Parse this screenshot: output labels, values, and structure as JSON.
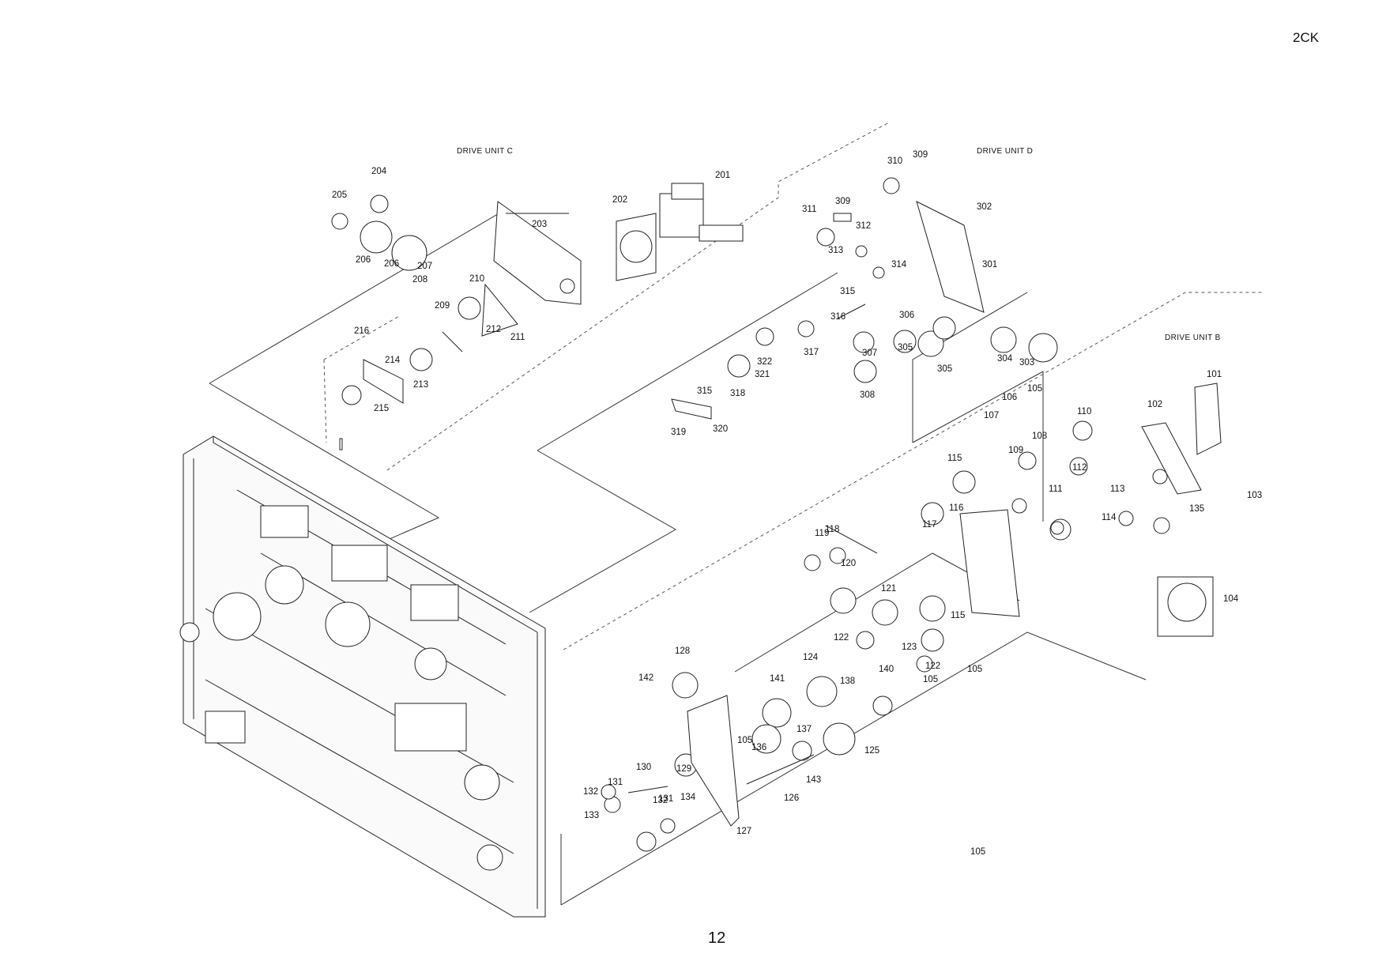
{
  "page_code": "2CK",
  "page_number": "12",
  "units": {
    "c": "DRIVE UNIT C",
    "d": "DRIVE UNIT D",
    "b": "DRIVE UNIT B"
  },
  "callouts": [
    "201",
    "202",
    "203",
    "204",
    "205",
    "206",
    "206",
    "207",
    "208",
    "209",
    "210",
    "211",
    "212",
    "213",
    "214",
    "215",
    "216",
    "301",
    "302",
    "303",
    "304",
    "305",
    "305",
    "306",
    "307",
    "308",
    "309",
    "309",
    "310",
    "311",
    "312",
    "313",
    "314",
    "315",
    "315",
    "316",
    "317",
    "318",
    "319",
    "320",
    "321",
    "322",
    "101",
    "102",
    "103",
    "104",
    "105",
    "105",
    "105",
    "105",
    "105",
    "106",
    "107",
    "108",
    "109",
    "110",
    "111",
    "112",
    "113",
    "114",
    "115",
    "115",
    "116",
    "117",
    "118",
    "119",
    "120",
    "121",
    "122",
    "122",
    "123",
    "124",
    "125",
    "126",
    "127",
    "128",
    "129",
    "130",
    "131",
    "131",
    "132",
    "132",
    "133",
    "134",
    "135",
    "136",
    "137",
    "138",
    "140",
    "141",
    "142",
    "143"
  ]
}
